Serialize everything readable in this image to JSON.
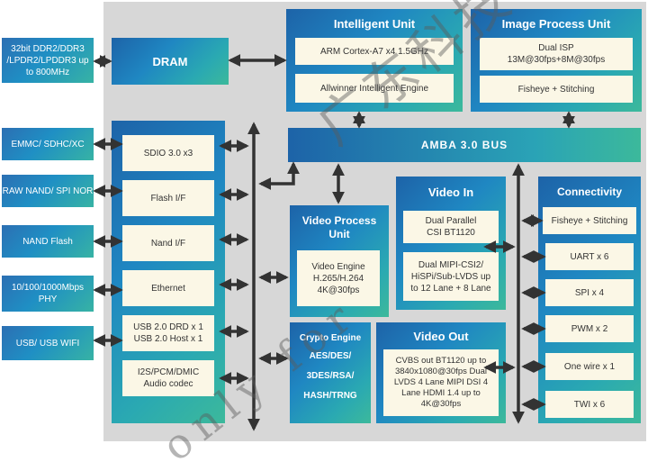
{
  "external": [
    {
      "id": "dram-if",
      "text": "32bit DDR2/DDR3 /LPDR2/LPDDR3 up to 800MHz"
    },
    {
      "id": "emmc",
      "text": "EMMC/ SDHC/XC"
    },
    {
      "id": "raw-nand",
      "text": "RAW NAND/ SPI NOR"
    },
    {
      "id": "nand-flash",
      "text": "NAND Flash"
    },
    {
      "id": "phy",
      "text": "10/100/1000Mbps PHY"
    },
    {
      "id": "usb",
      "text": "USB/ USB WIFI"
    }
  ],
  "dram": {
    "label": "DRAM"
  },
  "intelligent_unit": {
    "title": "Intelligent Unit",
    "items": [
      "ARM Cortex-A7 x4 1.5GHz",
      "Allwinner Intelligent Engine"
    ]
  },
  "image_process_unit": {
    "title": "Image Process Unit",
    "items": [
      "Dual ISP 13M@30fps+8M@30fps",
      "Fisheye + Stitching"
    ]
  },
  "bus": {
    "label": "AMBA 3.0 BUS"
  },
  "peripherals": [
    "SDIO 3.0 x3",
    "Flash I/F",
    "Nand I/F",
    "Ethernet",
    "USB 2.0 DRD x 1 USB 2.0 Host x 1",
    "I2S/PCM/DMIC Audio codec"
  ],
  "video_process_unit": {
    "title": "Video Process Unit",
    "item": "Video Engine H.265/H.264 4K@30fps"
  },
  "video_in": {
    "title": "Video In",
    "items": [
      "Dual Parallel CSI BT1120",
      "Dual MIPI-CSI2/ HiSPi/Sub-LVDS up to 12 Lane + 8 Lane"
    ]
  },
  "crypto_engine": {
    "title": "Crypto Engine",
    "lines": [
      "AES/DES/",
      "3DES/RSA/",
      "HASH/TRNG"
    ]
  },
  "video_out": {
    "title": "Video Out",
    "item": "CVBS out BT1120 up to 3840x1080@30fps Dual LVDS 4 Lane MIPI DSI 4 Lane HDMI 1.4 up to 4K@30fps"
  },
  "connectivity": {
    "title": "Connectivity",
    "items": [
      "Fisheye + Stitching",
      "UART x 6",
      "SPI x 4",
      "PWM x 2",
      "One wire x 1",
      "TWI x 6"
    ]
  },
  "watermark": {
    "cn": "广东科技",
    "en": "only for"
  }
}
